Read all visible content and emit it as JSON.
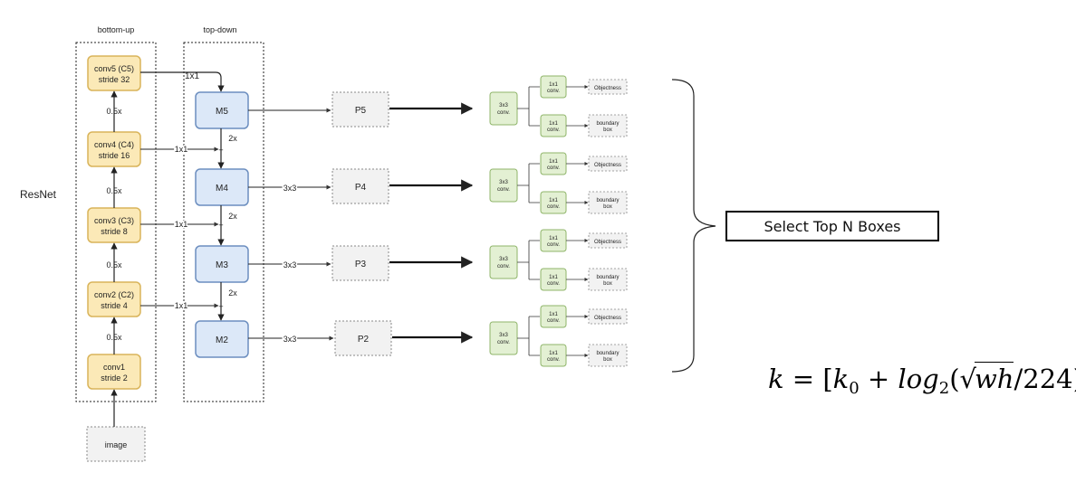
{
  "labels": {
    "bottom_up": "bottom-up",
    "top_down": "top-down",
    "resnet": "ResNet",
    "image": "image"
  },
  "backbone": [
    {
      "line1": "conv5 (C5)",
      "line2": "stride 32"
    },
    {
      "line1": "conv4 (C4)",
      "line2": "stride 16"
    },
    {
      "line1": "conv3 (C3)",
      "line2": "stride 8"
    },
    {
      "line1": "conv2 (C2)",
      "line2": "stride 4"
    },
    {
      "line1": "conv1",
      "line2": "stride 2"
    }
  ],
  "downsample": "0.5x",
  "lateral": "1x1",
  "upsample": "2x",
  "merge_conv": "3x3",
  "merged": [
    "M5",
    "M4",
    "M3",
    "M2"
  ],
  "outputs": [
    "P5",
    "P4",
    "P3",
    "P2"
  ],
  "head": {
    "conv3": [
      "3x3",
      "conv."
    ],
    "conv1": [
      "1x1",
      "conv."
    ],
    "objectness": "Objectness",
    "boundary": [
      "boundary",
      "box"
    ]
  },
  "select": "Select Top N Boxes",
  "formula": {
    "lhs": "k",
    "k0": "k",
    "k0_sub": "0",
    "log": "log",
    "log_sub": "2",
    "sqrt": "wh",
    "div": "224"
  },
  "colors": {
    "backbone_fill": "#fbe9b7",
    "backbone_stroke": "#d9b45a",
    "merged_fill": "#dce8f8",
    "merged_stroke": "#6c8ebf",
    "head_fill": "#e3f0d3",
    "head_stroke": "#8fb56a",
    "dashed_fill": "#f2f2f2"
  }
}
